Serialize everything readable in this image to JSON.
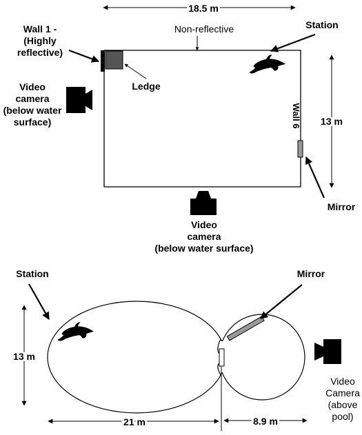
{
  "top": {
    "width_dim": "18.5 m",
    "height_dim": "13 m",
    "nonreflective": "Non-reflective",
    "station": "Station",
    "wall1_line1": "Wall 1 -",
    "wall1_line2": "(Highly",
    "wall1_line3": "reflective)",
    "ledge": "Ledge",
    "wall6": "Wall 6",
    "mirror": "Mirror",
    "cam_left": [
      "Video",
      "camera",
      "(below water",
      "surface)"
    ],
    "cam_bottom": [
      "Video",
      "camera",
      "(below water surface)"
    ]
  },
  "bottom": {
    "station": "Station",
    "mirror": "Mirror",
    "height_dim": "13 m",
    "dim_left": "21 m",
    "dim_right": "8.9 m",
    "cam_right": [
      "Video",
      "Camera",
      "(above",
      "pool)"
    ]
  },
  "colors": {
    "ink": "#000000",
    "ledge": "#555555",
    "mirror": "#999999"
  },
  "icons": [
    "dolphin-icon",
    "video-camera-icon"
  ]
}
